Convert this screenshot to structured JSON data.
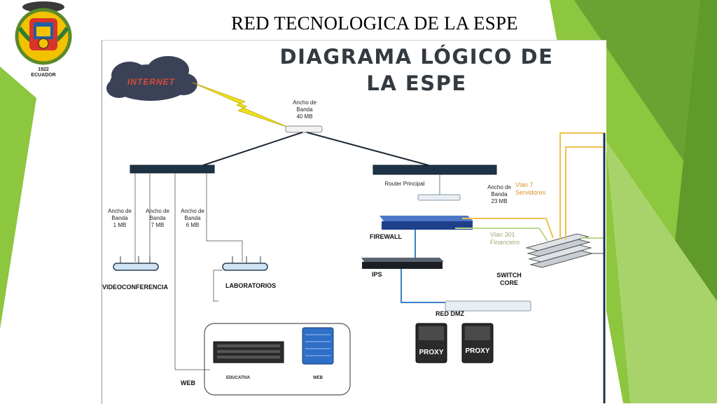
{
  "slide": {
    "title": "RED TECNOLOGICA DE LA ESPE",
    "emblem_text": "1922\nECUADOR",
    "accent_green": "#8dc63f",
    "dark_green": "#6aa332"
  },
  "diagram": {
    "title": "DIAGRAMA LÓGICO DE\nLA ESPE",
    "internet_label": "INTERNET",
    "top_bandwidth": "Ancho de\nBanda\n40 MB",
    "left_branches": [
      {
        "bandwidth": "Ancho de\nBanda\n1 MB"
      },
      {
        "bandwidth": "Ancho de\nBanda\n7 MB"
      },
      {
        "bandwidth": "Ancho de\nBanda\n6 MB"
      }
    ],
    "videoconferencia_label": "VIDEOCONFERENCIA",
    "laboratorios_label": "LABORATORIOS",
    "web_label": "WEB",
    "server_educativa_label": "EDUCATIVA",
    "server_web_label": "WEB",
    "router_principal_label": "Router Principal",
    "right_bandwidth": "Ancho de\nBanda\n23 MB",
    "vlan7_label": "Vlan 7\nServidores",
    "vlan301_label": "Vlan 301\nFinanciero",
    "firewall_label": "FIREWALL",
    "ips_label": "IPS",
    "switch_core_label": "SWITCH\nCORE",
    "red_dmz_label": "RED DMZ",
    "proxy_labels": [
      "PROXY",
      "PROXY"
    ],
    "colors": {
      "link_blue": "#3a7fc7",
      "vlan_orange": "#f0c050",
      "vlan_green": "#b9d98a",
      "firewall_blue": "#1e3f8a",
      "cloud_dark": "#3b4257",
      "bolt_yellow": "#f0e020"
    }
  }
}
